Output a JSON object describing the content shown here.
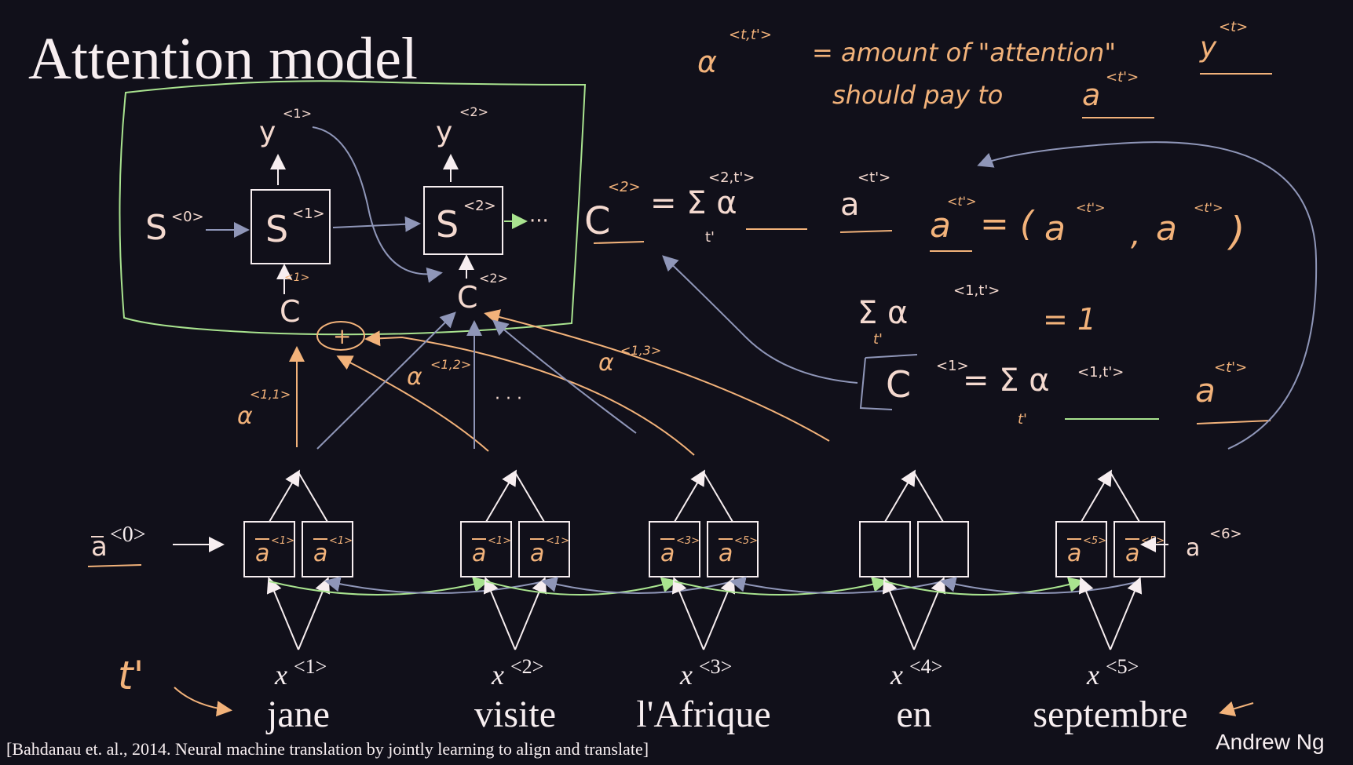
{
  "slide": {
    "title": "Attention model",
    "citation": "[Bahdanau et. al., 2014. Neural machine translation by jointly learning to align and translate]",
    "author": "Andrew Ng"
  },
  "encoder": {
    "a0_label": "a",
    "a0_sup": "<0>",
    "a6_label": "a",
    "a6_sup": "<6>",
    "t_prime_label": "t'",
    "words": [
      "jane",
      "visite",
      "l'Afrique",
      "en",
      "septembre"
    ],
    "inputs": [
      "x",
      "x",
      "x",
      "x",
      "x"
    ],
    "input_sups": [
      "<1>",
      "<2>",
      "<3>",
      "<4>",
      "<5>"
    ],
    "cell_fwd": [
      "a",
      "a",
      "a",
      "",
      "a"
    ],
    "cell_fwd_sup": [
      "<1>",
      "<1>",
      "<3>",
      "",
      "<5>"
    ],
    "cell_bwd": [
      "a",
      "a",
      "a",
      "",
      "a"
    ],
    "cell_bwd_sup": [
      "<1>",
      "<1>",
      "<5>",
      "",
      "<5>"
    ]
  },
  "decoder": {
    "s0": "S",
    "s0_sup": "<0>",
    "s1": "S",
    "s1_sup": "<1>",
    "s2": "S",
    "s2_sup": "<2>",
    "y1": "y",
    "y1_sup": "<1>",
    "y2": "y",
    "y2_sup": "<2>",
    "dots": "···",
    "c1": "C",
    "c1_sup": "<1>",
    "c2": "C",
    "c2_sup": "<2>",
    "alpha11": "α",
    "alpha11_sup": "<1,1>",
    "alpha12": "α",
    "alpha12_sup": "<1,2>",
    "alpha13": "α",
    "alpha13_sup": "<1,3>",
    "mid_dots": "· · ·",
    "plus": "+"
  },
  "notes": {
    "def_lhs": "α",
    "def_lhs_sup": "<t,t'>",
    "def_text1": "= amount of \"attention\"",
    "def_y": "y",
    "def_y_sup": "<t>",
    "def_text2": "should pay to",
    "def_a": "a",
    "def_a_sup": "<t'>",
    "c2_eq": "C",
    "c2_eq_sup": "<2>",
    "c2_rhs": "= Σ α",
    "c2_rhs_sup": "<2,t'>",
    "c2_rhs_a": "a",
    "c2_rhs_a_sup": "<t'>",
    "c2_rhs_sub": "t'",
    "at_lhs": "a",
    "at_lhs_sup": "<t'>",
    "at_rhs": "= (",
    "at_fwd": "a",
    "at_fwd_sup": "<t'>",
    "at_comma": ",",
    "at_bwd": "a",
    "at_bwd_sup": "<t'>",
    "at_close": ")",
    "sum_eq": "Σ α",
    "sum_eq_sup": "<1,t'>",
    "sum_eq_sub": "t'",
    "sum_eq_rhs": "= 1",
    "c1_eq": "C",
    "c1_eq_sup": "<1>",
    "c1_rhs": "= Σ α",
    "c1_rhs_sup": "<1,t'>",
    "c1_rhs_a": "a",
    "c1_rhs_a_sup": "<t'>",
    "c1_rhs_sub": "t'"
  },
  "colors": {
    "background": "#11101a",
    "ink_white": "#f7eef0",
    "ink_orange": "#f2b27a",
    "ink_blue": "#8f96b8",
    "ink_green": "#a9e38f"
  }
}
